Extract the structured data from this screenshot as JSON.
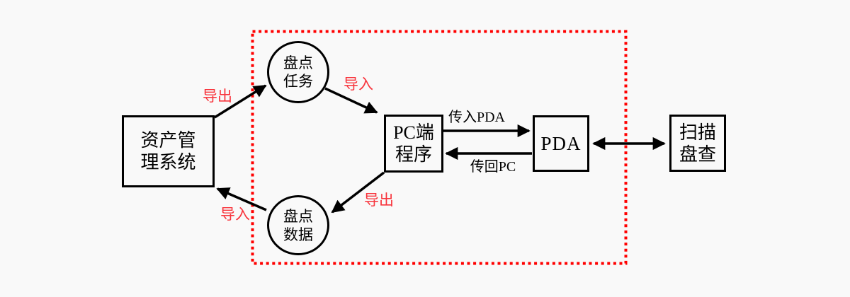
{
  "diagram": {
    "title": "asset-inventory-pda-flow",
    "colors": {
      "background": "#f9f9f9",
      "node_border": "#000000",
      "arrow": "#000000",
      "dashed_boundary": "#ff0000",
      "red_label": "#f8343c"
    },
    "nodes": {
      "asset_system": {
        "shape": "rect",
        "label": [
          "资产管",
          "理系统"
        ]
      },
      "inventory_task": {
        "shape": "circle",
        "label": [
          "盘点",
          "任务"
        ]
      },
      "inventory_data": {
        "shape": "circle",
        "label": [
          "盘点",
          "数据"
        ]
      },
      "pc_program": {
        "shape": "rect",
        "label": [
          "PC端",
          "程序"
        ]
      },
      "pda": {
        "shape": "rect",
        "label": [
          "PDA"
        ]
      },
      "scan_check": {
        "shape": "rect",
        "label": [
          "扫描",
          "盘查"
        ]
      }
    },
    "edges": {
      "system_export_to_task": {
        "label": "导出",
        "from": "asset_system",
        "to": "inventory_task"
      },
      "task_import_to_pc": {
        "label": "导入",
        "from": "inventory_task",
        "to": "pc_program"
      },
      "pc_to_pda": {
        "label": "传入PDA",
        "from": "pc_program",
        "to": "pda"
      },
      "pda_to_pc": {
        "label": "传回PC",
        "from": "pda",
        "to": "pc_program"
      },
      "pc_export_to_data": {
        "label": "导出",
        "from": "pc_program",
        "to": "inventory_data"
      },
      "data_import_to_system": {
        "label": "导入",
        "from": "inventory_data",
        "to": "asset_system"
      },
      "pda_scan_bidirectional": {
        "label": "",
        "from": "pda",
        "to": "scan_check"
      }
    }
  }
}
